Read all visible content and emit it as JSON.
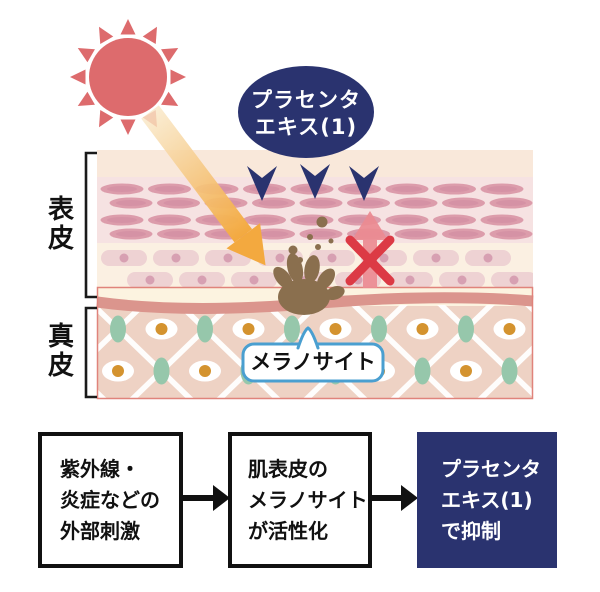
{
  "diagram": {
    "bubble_text": "プラセンタ\nエキス(1)",
    "epidermis_label": "表皮",
    "dermis_label": "真皮",
    "melanocyte_label": "メラノサイト"
  },
  "flowchart": {
    "box1_text": "紫外線・\n炎症などの\n外部刺激",
    "box2_text": "肌表皮の\nメラノサイト\nが活性化",
    "box3_text": "プラセンタ\nエキス(1)\nで抑制"
  },
  "colors": {
    "navy": "#2a336f",
    "sun_red": "#dd6b6d",
    "beam_orange": "#f3a93f",
    "inhibit_red": "#dc3a45",
    "blocked_arrow_pink": "#ec8b92",
    "melanin_brown": "#8a6f4e",
    "callout_border": "#4a9fd0",
    "dermis_teal": "#96c7ab",
    "dermis_gold": "#d4932f",
    "dermis_bg": "#eed2c4",
    "epidermis_bg": "#f6e2e2"
  }
}
